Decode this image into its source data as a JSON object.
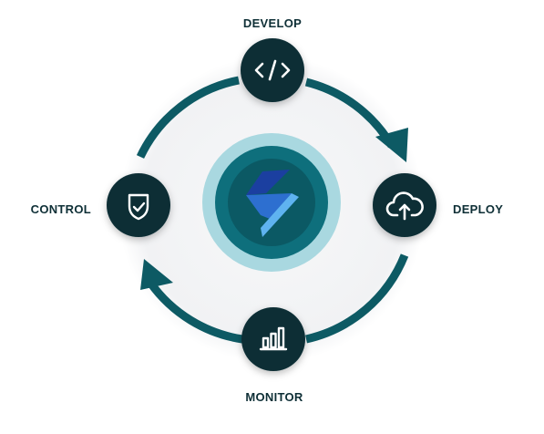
{
  "diagram": {
    "colors": {
      "ring": "#0d5a64",
      "node_fill": "#0a2f36",
      "icon_stroke": "#ffffff",
      "center_halo": "#a9d8e0",
      "center_ring": "#0e6f7c",
      "center_core": "#0b5964",
      "logo_dark": "#1b3fa0",
      "logo_light": "#5fb3f0",
      "background_disc": "#f4f5f6"
    },
    "nodes": [
      {
        "id": "develop",
        "label": "DEVELOP",
        "icon": "code-icon"
      },
      {
        "id": "deploy",
        "label": "DEPLOY",
        "icon": "cloud-upload-icon"
      },
      {
        "id": "monitor",
        "label": "MONITOR",
        "icon": "bar-chart-icon"
      },
      {
        "id": "control",
        "label": "CONTROL",
        "icon": "shield-check-icon"
      }
    ],
    "center": {
      "icon": "lightning-logo-icon"
    }
  }
}
